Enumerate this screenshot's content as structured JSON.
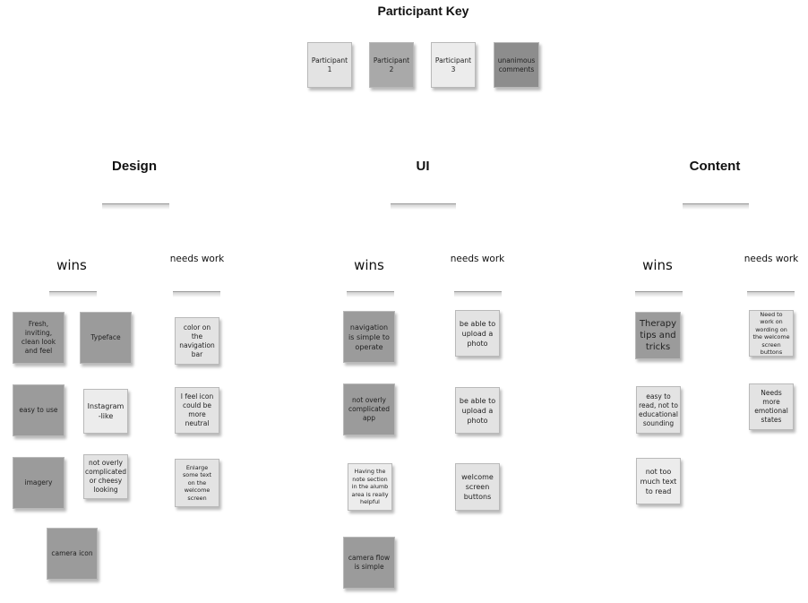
{
  "key": {
    "title": "Participant Key",
    "items": [
      "Participant 1",
      "Participant 2",
      "Participant 3",
      "unanimous comments"
    ]
  },
  "columns": {
    "design": {
      "title": "Design",
      "wins_label": "wins",
      "needs_label": "needs work",
      "wins": [
        "Fresh, inviting, clean look and feel",
        "Typeface",
        "easy to use",
        "Instagram -like",
        "imagery",
        "not overly complicated or cheesy looking",
        "camera icon"
      ],
      "needs": [
        "color on the navigation bar",
        "I feel icon could be more neutral",
        "Enlarge some text on the welcome screen"
      ]
    },
    "ui": {
      "title": "UI",
      "wins_label": "wins",
      "needs_label": "needs work",
      "wins": [
        "navigation is simple to operate",
        "not overly complicated app",
        "Having the note section in the alumb area is really helpful",
        "camera flow is simple"
      ],
      "needs": [
        "be able to upload a photo",
        "be able to upload a photo",
        "welcome screen buttons"
      ]
    },
    "content": {
      "title": "Content",
      "wins_label": "wins",
      "needs_label": "needs work",
      "wins": [
        "Therapy tips and tricks",
        "easy to read, not to educational sounding",
        "not too much text to read"
      ],
      "needs": [
        "Need to work on wording on the welcome screen buttons",
        "Needs more emotional states"
      ]
    }
  }
}
